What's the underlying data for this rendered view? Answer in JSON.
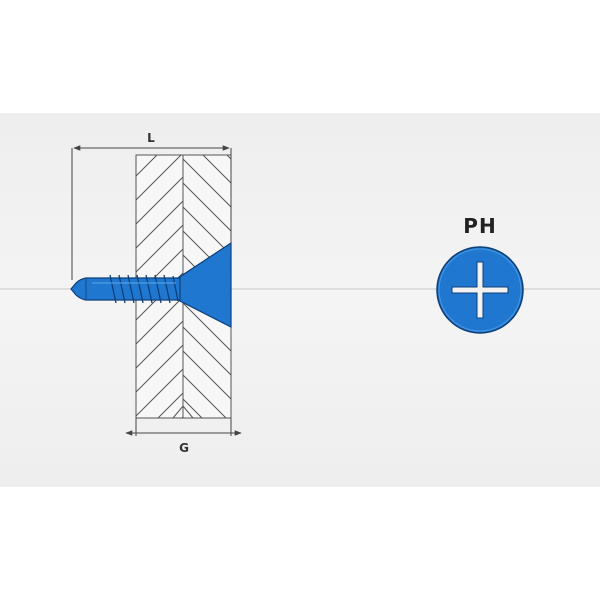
{
  "dimensions": {
    "length_label": "L",
    "grip_label": "G"
  },
  "head": {
    "drive_label": "PH",
    "drive_icon": "phillips-cross-icon"
  },
  "colors": {
    "screw_blue": "#1f77d0",
    "screw_outline": "#0d3f7a",
    "line": "#444444",
    "band": "#efefef"
  }
}
